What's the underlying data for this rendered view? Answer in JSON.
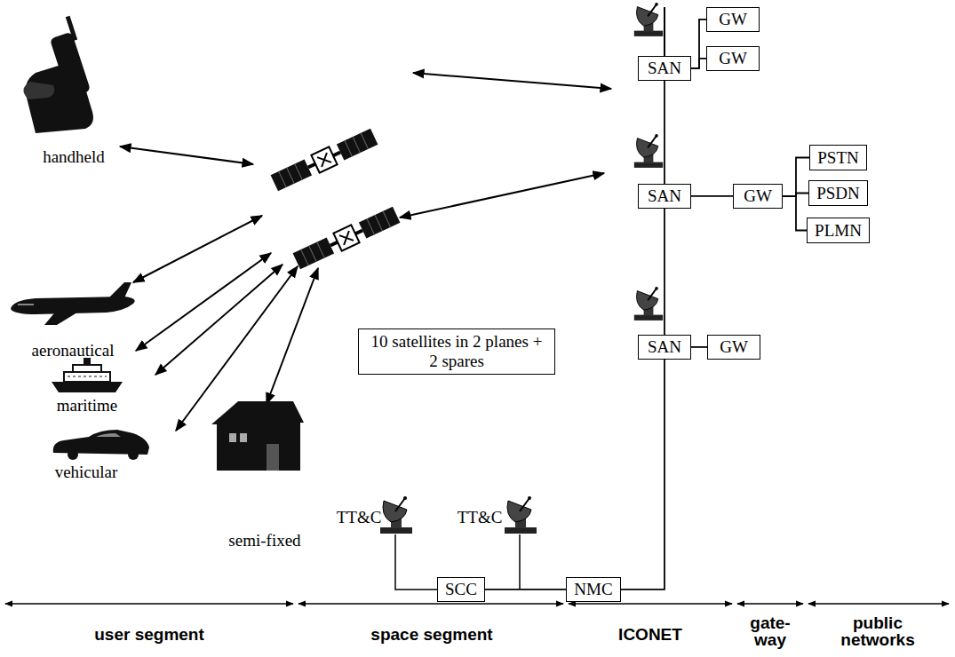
{
  "diagram": {
    "nodes": [
      {
        "text": [
          "SAN"
        ]
      },
      {
        "text": [
          "GW"
        ]
      },
      {
        "text": [
          "GW"
        ]
      },
      {
        "text": [
          "SAN"
        ]
      },
      {
        "text": [
          "GW"
        ]
      },
      {
        "text": [
          "PSTN"
        ]
      },
      {
        "text": [
          "PSDN"
        ]
      },
      {
        "text": [
          "PLMN"
        ]
      },
      {
        "text": [
          "10 satellites in 2 planes + 2 spares"
        ]
      },
      {
        "text": [
          "SAN"
        ]
      },
      {
        "text": [
          "GW"
        ]
      },
      {
        "text": [
          "SCC"
        ]
      },
      {
        "text": [
          "NMC"
        ]
      }
    ],
    "edges": [
      {
        "from": 0,
        "to": 1,
        "arrow": "none"
      },
      {
        "from": 0,
        "to": 2,
        "arrow": "none"
      },
      {
        "from": 3,
        "to": 4,
        "arrow": "none"
      },
      {
        "from": 4,
        "to": 5,
        "arrow": "none"
      },
      {
        "from": 4,
        "to": 6,
        "arrow": "none"
      },
      {
        "from": 4,
        "to": 7,
        "arrow": "none"
      },
      {
        "from": 9,
        "to": 10,
        "arrow": "none"
      },
      {
        "from": 0,
        "to": 3,
        "arrow": "none"
      },
      {
        "from": 3,
        "to": 9,
        "arrow": "none"
      },
      {
        "from": 9,
        "to": 12,
        "arrow": "none"
      },
      {
        "from": 11,
        "to": 12,
        "arrow": "none"
      }
    ],
    "labels": [
      "handheld",
      "aeronautical",
      "maritime",
      "vehicular",
      "semi-fixed",
      "TT&C",
      "TT&C",
      "user segment",
      "space segment",
      "ICONET",
      "gate- way",
      "public networks"
    ]
  }
}
